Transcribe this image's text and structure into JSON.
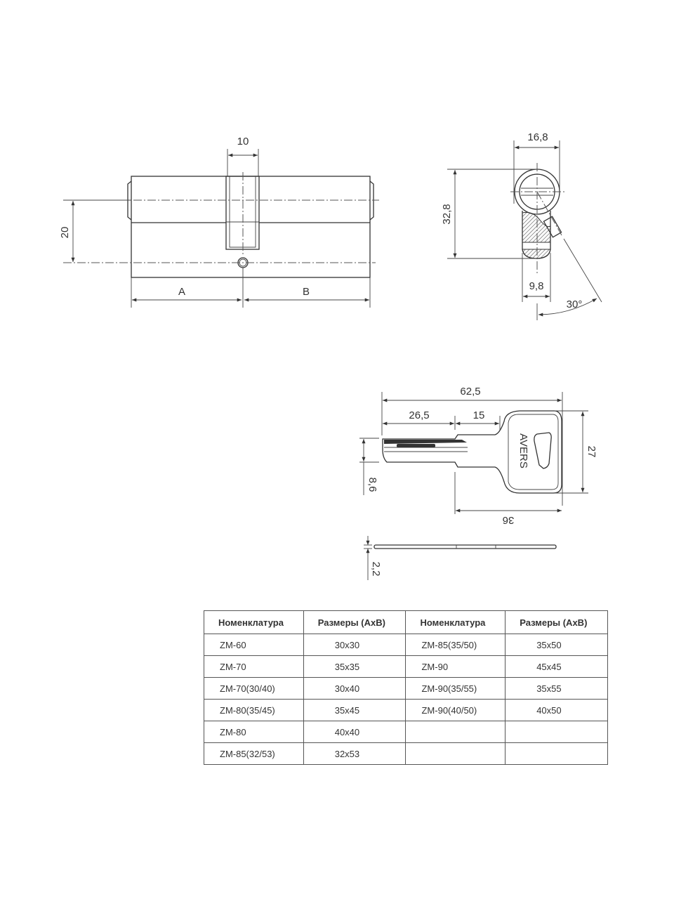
{
  "cylinder_front": {
    "dim_cam_width": "10",
    "dim_centers": "20",
    "dim_a": "A",
    "dim_b": "B"
  },
  "cylinder_side": {
    "dim_width": "16,8",
    "dim_height": "32,8",
    "dim_body": "9,8",
    "dim_angle": "30°"
  },
  "key": {
    "dim_total": "62,5",
    "dim_blade": "26,5",
    "dim_neck": "15",
    "dim_head_height": "27",
    "dim_blade_height": "8,6",
    "dim_head_length": "36",
    "dim_thickness": "2,2",
    "logo": "AVERS"
  },
  "table": {
    "headers": [
      "Номенклатура",
      "Размеры (AxB)",
      "Номенклатура",
      "Размеры (AxB)"
    ],
    "rows": [
      [
        "ZM-60",
        "30x30",
        "ZM-85(35/50)",
        "35x50"
      ],
      [
        "ZM-70",
        "35x35",
        "ZM-90",
        "45x45"
      ],
      [
        "ZM-70(30/40)",
        "30x40",
        "ZM-90(35/55)",
        "35x55"
      ],
      [
        "ZM-80(35/45)",
        "35x45",
        "ZM-90(40/50)",
        "40x50"
      ],
      [
        "ZM-80",
        "40x40",
        "",
        ""
      ],
      [
        "ZM-85(32/53)",
        "32x53",
        "",
        ""
      ]
    ]
  }
}
